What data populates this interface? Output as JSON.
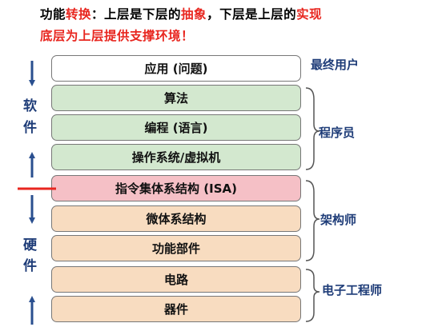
{
  "heading": {
    "line1": [
      {
        "text": "功能",
        "color": "black"
      },
      {
        "text": "转换",
        "color": "red"
      },
      {
        "text": "：上层是下层的",
        "color": "black"
      },
      {
        "text": "抽象",
        "color": "red"
      },
      {
        "text": "，下层是上层的",
        "color": "black"
      },
      {
        "text": "实现",
        "color": "red"
      }
    ],
    "line2": [
      {
        "text": "底层为上层提供支撑环境！",
        "color": "red"
      }
    ]
  },
  "layers": [
    {
      "label": "应用 (问题)",
      "fill": "white"
    },
    {
      "label": "算法",
      "fill": "green"
    },
    {
      "label": "编程 (语言)",
      "fill": "green"
    },
    {
      "label": "操作系统/虚拟机",
      "fill": "green"
    },
    {
      "label": "指令集体系结构 (ISA)",
      "fill": "pink"
    },
    {
      "label": "微体系结构",
      "fill": "tan"
    },
    {
      "label": "功能部件",
      "fill": "tan"
    },
    {
      "label": "电路",
      "fill": "tan"
    },
    {
      "label": "器件",
      "fill": "tan"
    }
  ],
  "sides": {
    "software": [
      "软",
      "件"
    ],
    "hardware": [
      "硬",
      "件"
    ]
  },
  "roles": {
    "end_user": "最终用户",
    "programmer": "程序员",
    "architect": "架构师",
    "electronic_engineer": "电子工程师"
  },
  "colors": {
    "accent_red": "#e8261f",
    "label_blue": "#1e3c78",
    "arrow_blue": "#2a4f8f",
    "green": "#d3e8cf",
    "pink": "#f5c0c6",
    "tan": "#f8dcc0"
  }
}
